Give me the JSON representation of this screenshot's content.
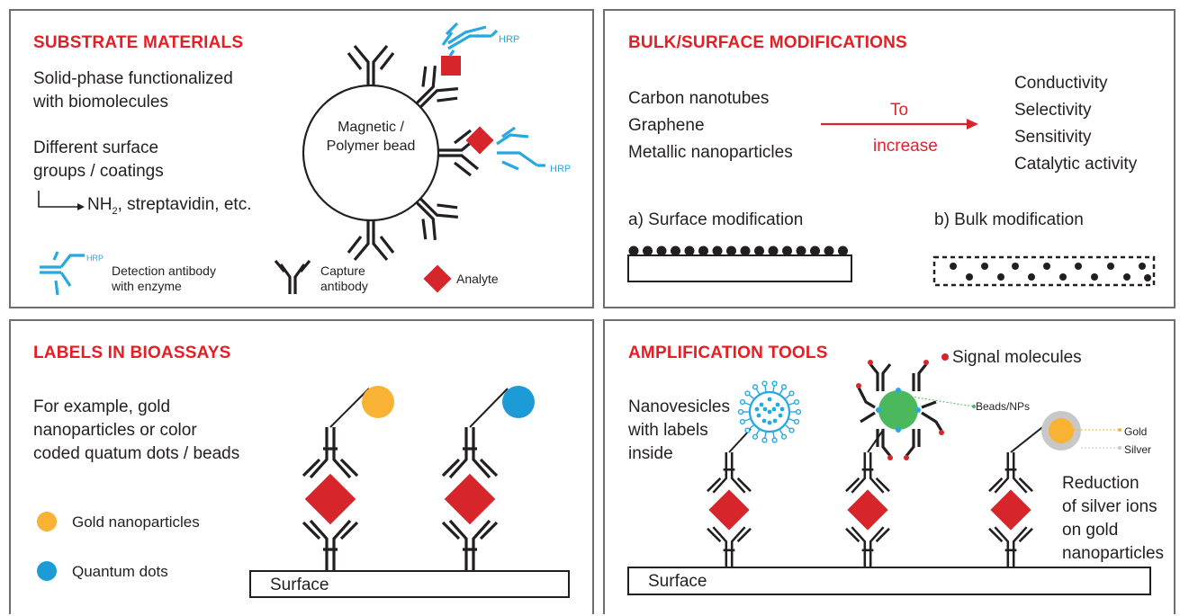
{
  "colors": {
    "accent_red": "#e31e24",
    "analyte_red": "#d7262b",
    "hrp_blue": "#27a8e0",
    "gold": "#f9b233",
    "quantum_blue": "#1d9bd7",
    "bead_green": "#4cb85e",
    "silver": "#c8c8c8",
    "panel_border": "#6d6e71"
  },
  "substrate": {
    "title": "SUBSTRATE MATERIALS",
    "line1": "Solid-phase functionalized\nwith biomolecules",
    "line2": "Different surface\ngroups / coatings",
    "arrow_text_pre": "NH",
    "arrow_sub": "2",
    "arrow_text_post": ", streptavidin, etc.",
    "bead_label": "Magnetic /\nPolymer bead",
    "hrp_label": "HRP",
    "legend": {
      "detection": "Detection antibody\nwith enzyme",
      "detection_hrp": "HRP",
      "capture": "Capture\nantibody",
      "analyte": "Analyte"
    }
  },
  "bulk": {
    "title": "BULK/SURFACE MODIFICATIONS",
    "materials": [
      "Carbon nanotubes",
      "Graphene",
      "Metallic nanoparticles"
    ],
    "arrow_top": "To",
    "arrow_bottom": "increase",
    "properties": [
      "Conductivity",
      "Selectivity",
      "Sensitivity",
      "Catalytic activity"
    ],
    "surface_mod": "a) Surface modification",
    "bulk_mod": "b) Bulk modification"
  },
  "labels": {
    "title": "LABELS IN BIOASSAYS",
    "description": "For example, gold\nnanoparticles or color\ncoded quatum dots / beads",
    "legend_gold": "Gold nanoparticles",
    "legend_qd": "Quantum dots",
    "surface": "Surface"
  },
  "amplification": {
    "title": "AMPLIFICATION TOOLS",
    "signal": "Signal molecules",
    "nanovesicles": "Nanovesicles\nwith labels\ninside",
    "beads": "Beads/NPs",
    "gold": "Gold",
    "silver": "Silver",
    "reduction": "Reduction\nof silver ions\non gold\nnanoparticles",
    "surface": "Surface"
  }
}
